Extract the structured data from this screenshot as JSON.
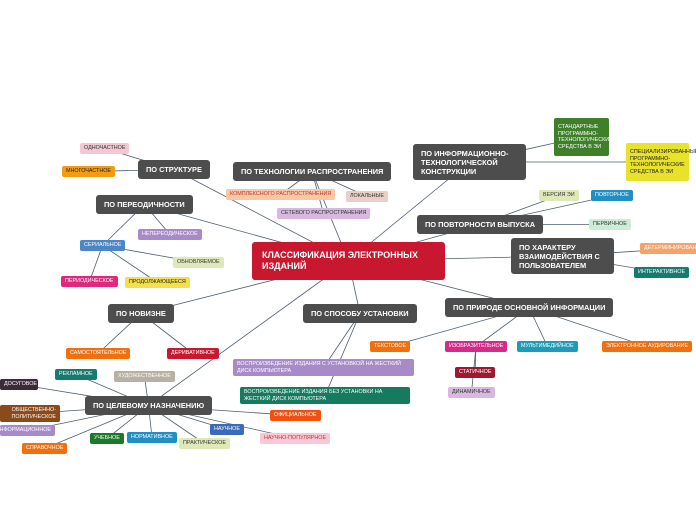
{
  "root": {
    "id": "root",
    "label": "КЛАССИФИКАЦИЯ ЭЛЕКТРОННЫХ ИЗДАНИЙ"
  },
  "branches": [
    {
      "id": "struct",
      "label": "ПО СТРУКТУРЕ"
    },
    {
      "id": "tech",
      "label": "ПО ТЕХНОЛОГИИ РАСПРОСТРАНЕНИЯ"
    },
    {
      "id": "info",
      "label": "ПО ИНФОРМАЦИОННО-ТЕХНОЛОГИЧЕСКОЙ КОНСТРУКЦИИ"
    },
    {
      "id": "period",
      "label": "ПО ПЕРЕОДИЧНОСТИ"
    },
    {
      "id": "repeat",
      "label": "ПО ПОВТОРНОСТИ ВЫПУСКА"
    },
    {
      "id": "interact",
      "label": "ПО ХАРАКТЕРУ ВЗАИМОДЕЙСТВИЯ С ПОЛЬЗОВАТЕЛЕМ"
    },
    {
      "id": "nature",
      "label": "ПО ПРИРОДЕ ОСНОВНОЙ ИНФОРМАЦИИ"
    },
    {
      "id": "novelty",
      "label": "ПО НОВИЗНЕ"
    },
    {
      "id": "method",
      "label": "ПО СПОСОБУ УСТАНОВКИ"
    },
    {
      "id": "purpose",
      "label": "ПО ЦЕЛЕВОМУ НАЗНАЧЕНИЮ"
    }
  ],
  "leaves": [
    {
      "id": "s1",
      "label": "ОДНОЧАСТНОЕ",
      "color": "#f3c8d2",
      "text": "#333333"
    },
    {
      "id": "s2",
      "label": "МНОГОЧАСТНОЕ",
      "color": "#f39c12",
      "text": "#222222"
    },
    {
      "id": "t1",
      "label": "КОМПЛЕКСНОГО РАСПРОСТРАНЕНИЯ",
      "color": "#f7c8a8",
      "text": "#c0392b"
    },
    {
      "id": "t2",
      "label": "ЛОКАЛЬНЫЕ",
      "color": "#e8cfc8",
      "text": "#333333"
    },
    {
      "id": "t3",
      "label": "СЕТЕВОГО РАСПРОСТРАНЕНИЯ",
      "color": "#d9b8e0",
      "text": "#333333"
    },
    {
      "id": "i1",
      "label": "СТАНДАРТНЫЕ ПРОГРАММНО-ТЕХНОЛОГИЧЕСКИЕ СРЕДСТВА В ЭИ",
      "color": "#3f7f2a",
      "text": "#ffffff"
    },
    {
      "id": "i2",
      "label": "СПЕЦИАЛИЗИРОВАННЫЕ ПРОГРАММНО-ТЕХНОЛОГИЧЕСКИЕ СРЕДСТВА В ЭИ",
      "color": "#e8e22a",
      "text": "#222222"
    },
    {
      "id": "p1",
      "label": "НЕПЕРЕОДИЧЕСКОЕ",
      "color": "#a78bc9",
      "text": "#ffffff"
    },
    {
      "id": "p2",
      "label": "СЕРИАЛЬНОЕ",
      "color": "#4a86c8",
      "text": "#ffffff"
    },
    {
      "id": "p3",
      "label": "ОБНОВЛЯЕМОЕ",
      "color": "#dfe8b8",
      "text": "#333333"
    },
    {
      "id": "p4",
      "label": "ПЕРИОДИЧЕСКОЕ",
      "color": "#e0287e",
      "text": "#ffffff"
    },
    {
      "id": "p5",
      "label": "ПРОДОЛЖАЮЩЕЕСЯ",
      "color": "#f4e04d",
      "text": "#222222"
    },
    {
      "id": "r1",
      "label": "ВЕРСИЯ ЭИ",
      "color": "#dfe8b8",
      "text": "#333333"
    },
    {
      "id": "r2",
      "label": "ПОВТОРНОЕ",
      "color": "#1f8fc4",
      "text": "#ffffff"
    },
    {
      "id": "r3",
      "label": "ПЕРВИЧНОЕ",
      "color": "#cdebd9",
      "text": "#333333"
    },
    {
      "id": "h1",
      "label": "ДЕТЕРМИНИРОВАННЫЕ",
      "color": "#f7a26a",
      "text": "#ffffff"
    },
    {
      "id": "h2",
      "label": "ИНТЕРАКТИВНОЕ",
      "color": "#167a6e",
      "text": "#ffffff"
    },
    {
      "id": "n1",
      "label": "ТЕКСТОВОЕ",
      "color": "#f07010",
      "text": "#ffffff"
    },
    {
      "id": "n2",
      "label": "ИЗОБРАЗИТЕЛЬНОЕ",
      "color": "#d62a8a",
      "text": "#ffffff"
    },
    {
      "id": "n3",
      "label": "МУЛЬТИМЕДИЙНОЕ",
      "color": "#1f9ab8",
      "text": "#ffffff"
    },
    {
      "id": "n4",
      "label": "ЭЛЕКТРОННОЕ АУДИРОВАНИЕ",
      "color": "#f07010",
      "text": "#ffffff"
    },
    {
      "id": "n5",
      "label": "СТАТИЧНОЕ",
      "color": "#a01830",
      "text": "#ffffff"
    },
    {
      "id": "n6",
      "label": "ДИНАМИЧНОЕ",
      "color": "#d9b8e0",
      "text": "#333333"
    },
    {
      "id": "v1",
      "label": "САМОСТОЯТЕЛЬНОЕ",
      "color": "#f07010",
      "text": "#ffffff"
    },
    {
      "id": "v2",
      "label": "ДЕРИВАТИВНОЕ",
      "color": "#c8182f",
      "text": "#ffffff"
    },
    {
      "id": "m1",
      "label": "ВОСПРОИЗВЕДЕНИЕ ИЗДАНИЯ С УСТАНОВКОЙ НА ЖЕСТКИЙ ДИСК КОМПЬЮТЕРА",
      "color": "#a78bc9",
      "text": "#ffffff"
    },
    {
      "id": "m2",
      "label": "ВОСПРОИЗВЕДЕНИЕ ИЗДАНИЯ БЕЗ УСТАНОВКИ НА ЖЕСТКИЙ ДИСК КОМПЬЮТЕРА",
      "color": "#167a5e",
      "text": "#ffffff"
    },
    {
      "id": "c1",
      "label": "РЕКЛАМНОЕ",
      "color": "#167a6e",
      "text": "#ffffff"
    },
    {
      "id": "c2",
      "label": "ХУДОЖЕСТВЕННОЕ",
      "color": "#b8b0a0",
      "text": "#ffffff"
    },
    {
      "id": "c3",
      "label": "ДОСУГОВОЕ",
      "color": "#3a2a3a",
      "text": "#ffffff"
    },
    {
      "id": "c4",
      "label": "ОБЩЕСТВЕННО-ПОЛИТИЧЕСКОЕ",
      "color": "#8a4a1a",
      "text": "#ffffff"
    },
    {
      "id": "c5",
      "label": "ИНФОРМАЦИОННОЕ",
      "color": "#a78bc9",
      "text": "#ffffff"
    },
    {
      "id": "c6",
      "label": "СПРАВОЧНОЕ",
      "color": "#f07010",
      "text": "#ffffff"
    },
    {
      "id": "c7",
      "label": "УЧЕБНОЕ",
      "color": "#1a7a2a",
      "text": "#ffffff"
    },
    {
      "id": "c8",
      "label": "НОРМАТИВНОЕ",
      "color": "#1f8fc4",
      "text": "#ffffff"
    },
    {
      "id": "c9",
      "label": "ПРАКТИЧЕСКОЕ",
      "color": "#dfe8b8",
      "text": "#333333"
    },
    {
      "id": "c10",
      "label": "НАУЧНОЕ",
      "color": "#3a6ab8",
      "text": "#ffffff"
    },
    {
      "id": "c11",
      "label": "ОФИЦИАЛЬНОЕ",
      "color": "#f05010",
      "text": "#ffffff"
    },
    {
      "id": "c12",
      "label": "НАУЧНО-ПОПУЛЯРНОЕ",
      "color": "#f8c8d8",
      "text": "#c0392b"
    }
  ]
}
